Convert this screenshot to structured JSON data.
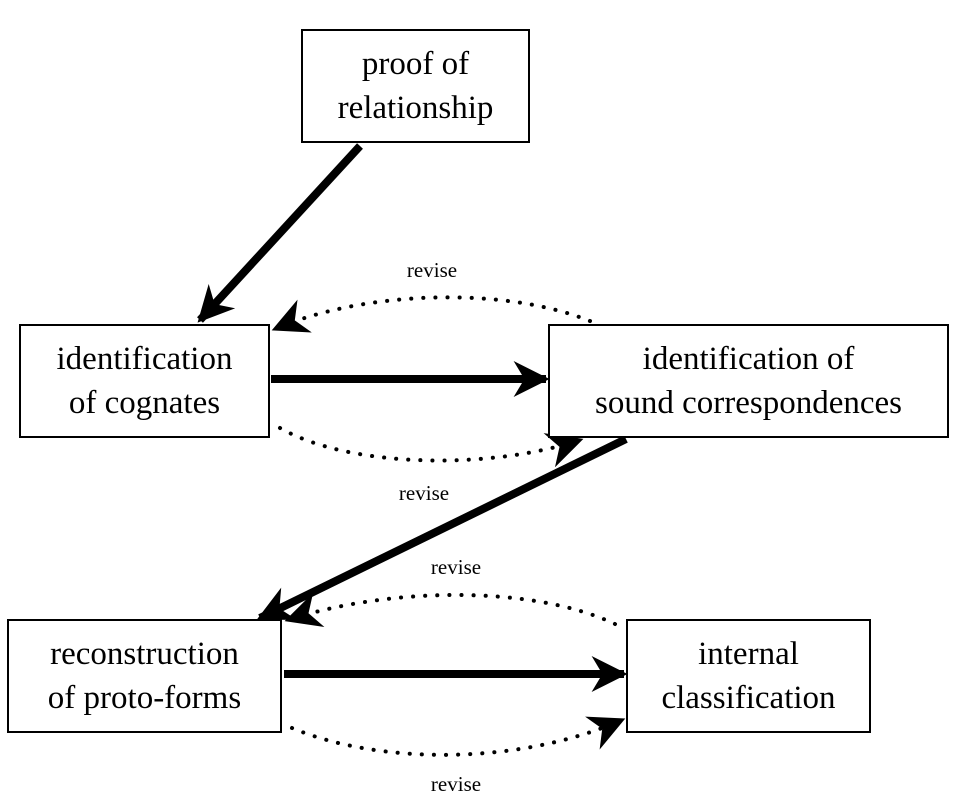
{
  "nodes": {
    "proof": {
      "lines": [
        "proof of",
        "relationship"
      ]
    },
    "cognates": {
      "lines": [
        "identification",
        "of cognates"
      ]
    },
    "sound": {
      "lines": [
        "identification of",
        "sound correspondences"
      ]
    },
    "proto": {
      "lines": [
        "reconstruction",
        "of proto-forms"
      ]
    },
    "internal": {
      "lines": [
        "internal",
        "classification"
      ]
    }
  },
  "edge_labels": {
    "cognates_sound_top": "revise",
    "cognates_sound_bottom": "revise",
    "proto_internal_top": "revise",
    "proto_internal_bottom": "revise"
  },
  "edges": [
    {
      "from": "proof",
      "to": "cognates",
      "style": "solid"
    },
    {
      "from": "cognates",
      "to": "sound",
      "style": "solid"
    },
    {
      "from": "sound",
      "to": "cognates",
      "style": "dotted",
      "label": "revise"
    },
    {
      "from": "cognates",
      "to": "sound",
      "style": "dotted",
      "label": "revise"
    },
    {
      "from": "sound",
      "to": "proto",
      "style": "solid"
    },
    {
      "from": "proto",
      "to": "internal",
      "style": "solid"
    },
    {
      "from": "internal",
      "to": "proto",
      "style": "dotted",
      "label": "revise"
    },
    {
      "from": "proto",
      "to": "internal",
      "style": "dotted",
      "label": "revise"
    }
  ]
}
